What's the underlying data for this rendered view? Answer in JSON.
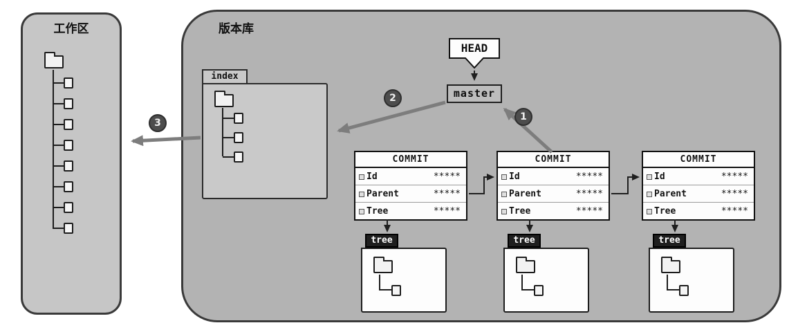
{
  "workspace": {
    "title": "工作区"
  },
  "repository": {
    "title": "版本库"
  },
  "head": {
    "label": "HEAD"
  },
  "branch": {
    "label": "master"
  },
  "index": {
    "label": "index"
  },
  "steps": {
    "s1": "1",
    "s2": "2",
    "s3": "3"
  },
  "commits": [
    {
      "header": "COMMIT",
      "rows": [
        {
          "key": "Id",
          "value": "*****"
        },
        {
          "key": "Parent",
          "value": "*****"
        },
        {
          "key": "Tree",
          "value": "*****"
        }
      ],
      "tree_label": "tree"
    },
    {
      "header": "COMMIT",
      "rows": [
        {
          "key": "Id",
          "value": "*****"
        },
        {
          "key": "Parent",
          "value": "*****"
        },
        {
          "key": "Tree",
          "value": "*****"
        }
      ],
      "tree_label": "tree"
    },
    {
      "header": "COMMIT",
      "rows": [
        {
          "key": "Id",
          "value": "*****"
        },
        {
          "key": "Parent",
          "value": "*****"
        },
        {
          "key": "Tree",
          "value": "*****"
        }
      ],
      "tree_label": "tree"
    }
  ],
  "colors": {
    "workspace_panel": "#c6c6c6",
    "repository_panel": "#b3b3b3",
    "step_circle": "#4d4d4d",
    "tree_tab": "#1f1f1f",
    "arrow_grey": "#7d7d7d"
  }
}
